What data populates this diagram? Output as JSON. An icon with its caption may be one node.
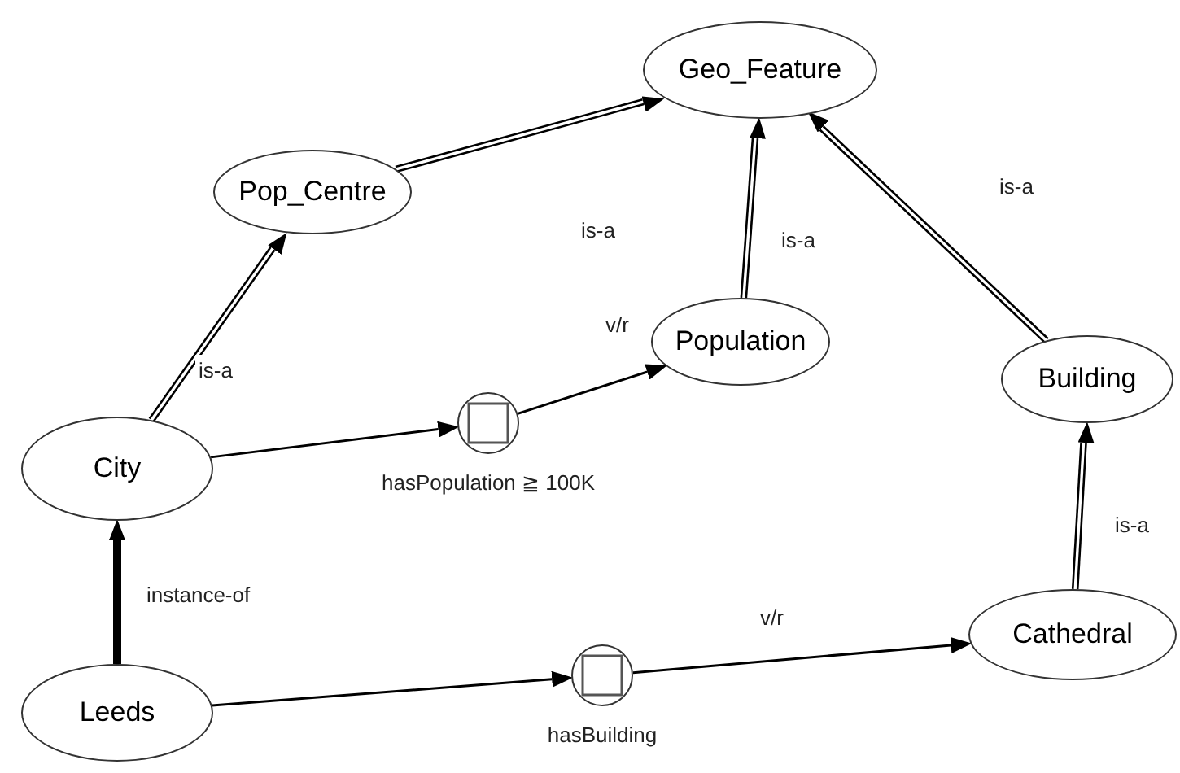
{
  "diagram": {
    "nodes": [
      {
        "text": [
          "Geo_Feature"
        ]
      },
      {
        "text": [
          "Pop_Centre"
        ]
      },
      {
        "text": [
          "Population"
        ]
      },
      {
        "text": [
          "Building"
        ]
      },
      {
        "text": [
          "City"
        ]
      },
      {
        "text": [
          "Cathedral"
        ]
      },
      {
        "text": [
          "Leeds"
        ]
      },
      {
        "text": [],
        "shape": "circle",
        "beside": [
          "hasPopulation ≧ 100K"
        ]
      },
      {
        "text": [],
        "shape": "circle",
        "beside": [
          "hasBuilding"
        ]
      }
    ],
    "edges": [
      {
        "from": 4,
        "to": 1,
        "arrow": "to",
        "label": "is-a"
      },
      {
        "from": 1,
        "to": 0,
        "arrow": "to",
        "label": "is-a"
      },
      {
        "from": 2,
        "to": 0,
        "arrow": "to",
        "label": "is-a"
      },
      {
        "from": 3,
        "to": 0,
        "arrow": "to",
        "label": "is-a"
      },
      {
        "from": 5,
        "to": 3,
        "arrow": "to",
        "label": "is-a"
      },
      {
        "from": 6,
        "to": 4,
        "arrow": "to",
        "label": "instance-of",
        "style": "thick"
      },
      {
        "from": 4,
        "to": 7,
        "arrow": "to"
      },
      {
        "from": 7,
        "to": 2,
        "arrow": "to",
        "label": "v/r"
      },
      {
        "from": 6,
        "to": 8,
        "arrow": "to"
      },
      {
        "from": 8,
        "to": 5,
        "arrow": "to",
        "label": "v/r"
      }
    ]
  }
}
